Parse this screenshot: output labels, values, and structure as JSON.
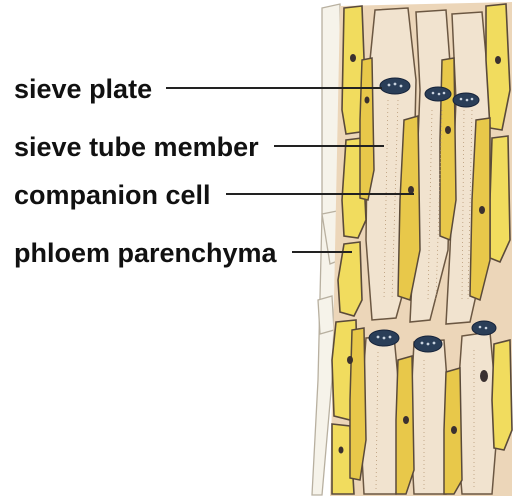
{
  "labels": {
    "sieve_plate": "sieve plate",
    "sieve_tube_member": "sieve tube member",
    "companion_cell": "companion cell",
    "phloem_parenchyma": "phloem parenchyma"
  },
  "colors": {
    "background": "#ffffff",
    "parenchyma_fill": "#f1dc5e",
    "companion_fill": "#e8c84a",
    "sieve_tube_fill": "#f1e3cf",
    "cell_outline": "#5a4a3a",
    "sieve_plate": "#2a3e58",
    "leader_line": "#222222",
    "label_text": "#111111"
  }
}
